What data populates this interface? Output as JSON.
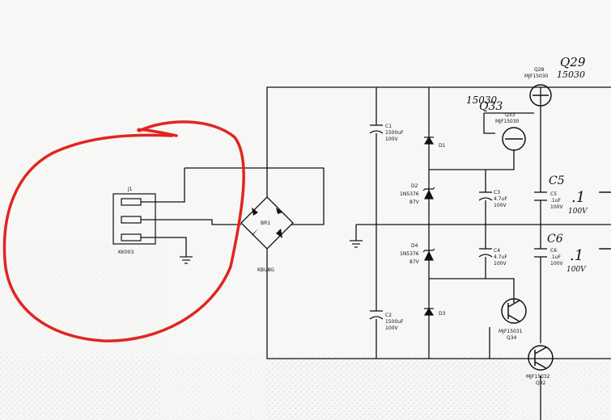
{
  "colors": {
    "ink": "#111111",
    "paper": "#f7f7f5",
    "markup": "#e0261f"
  },
  "labels": {
    "j1": "J1",
    "j1_part": "KK003",
    "br1": "BR1",
    "br1_part": "KBU8G",
    "c1": "C1",
    "c1_value": "1500uF",
    "c1_voltage": "100V",
    "c2": "C2",
    "c2_value": "1500uF",
    "c2_voltage": "100V",
    "d1": "D1",
    "d2": "D2",
    "d2_part": "1N5376",
    "d2_voltage": "87V",
    "d3": "D3",
    "d4": "D4",
    "d4_part": "1N5376",
    "d4_voltage": "87V",
    "c3": "C3",
    "c3_value": "4.7uF",
    "c3_voltage": "100V",
    "c4": "C4",
    "c4_value": "4.7uF",
    "c4_voltage": "100V",
    "c5": "C5",
    "c5_value": ".1uF",
    "c5_voltage": "100V",
    "c6": "C6",
    "c6_value": ".1uF",
    "c6_voltage": "100V",
    "q28": "Q28",
    "q28_part": "MJF15030",
    "q33": "Q33",
    "q33_part": "MJF15030",
    "q34": "Q34",
    "q34_part": "MJF15031",
    "q32_part": "MJF15032",
    "q32": "Q32"
  },
  "handwriting": {
    "q29": "Q29",
    "q29_part": "15030",
    "q33": "Q33",
    "q33_part": "15030",
    "c5": "C5",
    "c5_value": ".1",
    "c5_voltage": "100V",
    "c6": "C6",
    "c6_value": ".1",
    "c6_voltage": "100V"
  }
}
